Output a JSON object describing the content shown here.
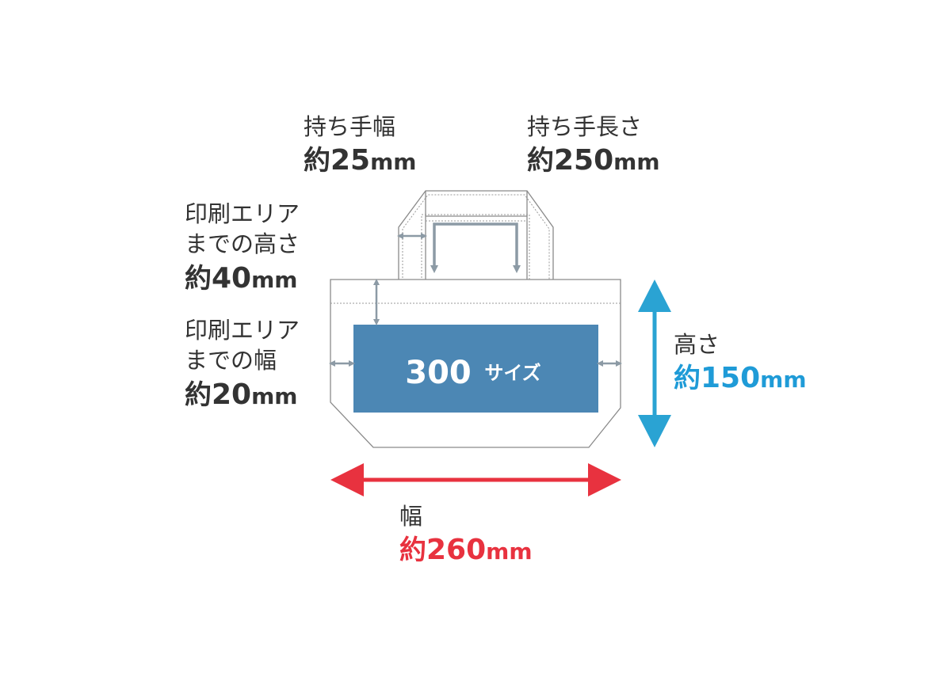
{
  "colors": {
    "bag_outline": "#8a8a8a",
    "dim_arrow_gray": "#8c9aa5",
    "print_area": "#4c87b4",
    "print_text": "#ffffff",
    "height_arrow": "#2aa3d3",
    "width_arrow": "#e8323f",
    "label_text": "#333333"
  },
  "handle_width": {
    "caption": "持ち手幅",
    "prefix": "約",
    "number": "25",
    "unit": "mm"
  },
  "handle_length": {
    "caption": "持ち手長さ",
    "prefix": "約",
    "number": "250",
    "unit": "mm"
  },
  "print_top": {
    "caption_line1": "印刷エリア",
    "caption_line2": "までの高さ",
    "prefix": "約",
    "number": "40",
    "unit": "mm"
  },
  "print_side": {
    "caption_line1": "印刷エリア",
    "caption_line2": "までの幅",
    "prefix": "約",
    "number": "20",
    "unit": "mm"
  },
  "print_area": {
    "size_number": "300",
    "size_text": "サイズ"
  },
  "bag_height": {
    "caption": "高さ",
    "prefix": "約",
    "number": "150",
    "unit": "mm"
  },
  "bag_width": {
    "caption": "幅",
    "prefix": "約",
    "number": "260",
    "unit": "mm"
  }
}
